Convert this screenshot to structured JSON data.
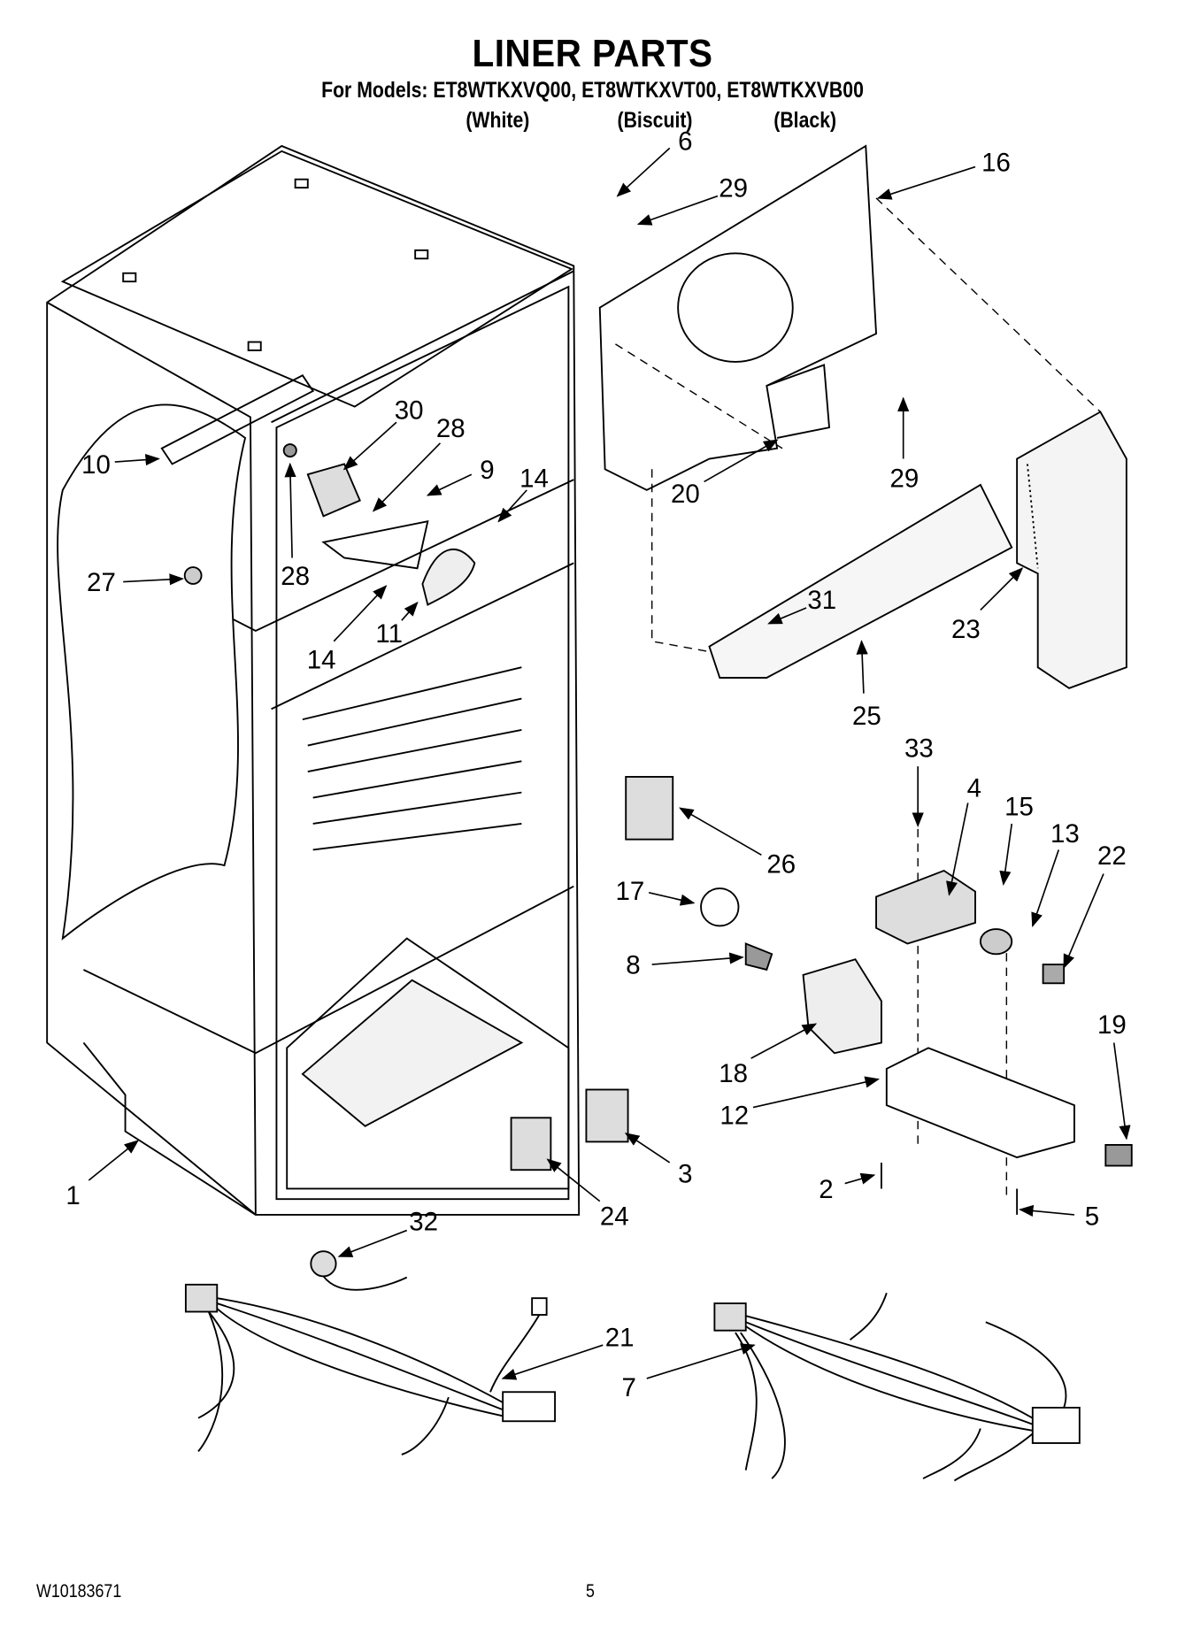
{
  "header": {
    "title": "LINER PARTS",
    "models": "For Models: ET8WTKXVQ00, ET8WTKXVT00, ET8WTKXVB00",
    "colors": [
      "(White)",
      "(Biscuit)",
      "(Black)"
    ]
  },
  "callouts": [
    "6",
    "29",
    "16",
    "10",
    "30",
    "28",
    "9",
    "14",
    "28",
    "27",
    "14",
    "11",
    "20",
    "29",
    "23",
    "31",
    "25",
    "33",
    "4",
    "15",
    "13",
    "22",
    "26",
    "17",
    "8",
    "18",
    "12",
    "19",
    "3",
    "24",
    "2",
    "5",
    "1",
    "32",
    "21",
    "7"
  ],
  "footer": {
    "doc_number": "W10183671",
    "page_number": "5"
  }
}
